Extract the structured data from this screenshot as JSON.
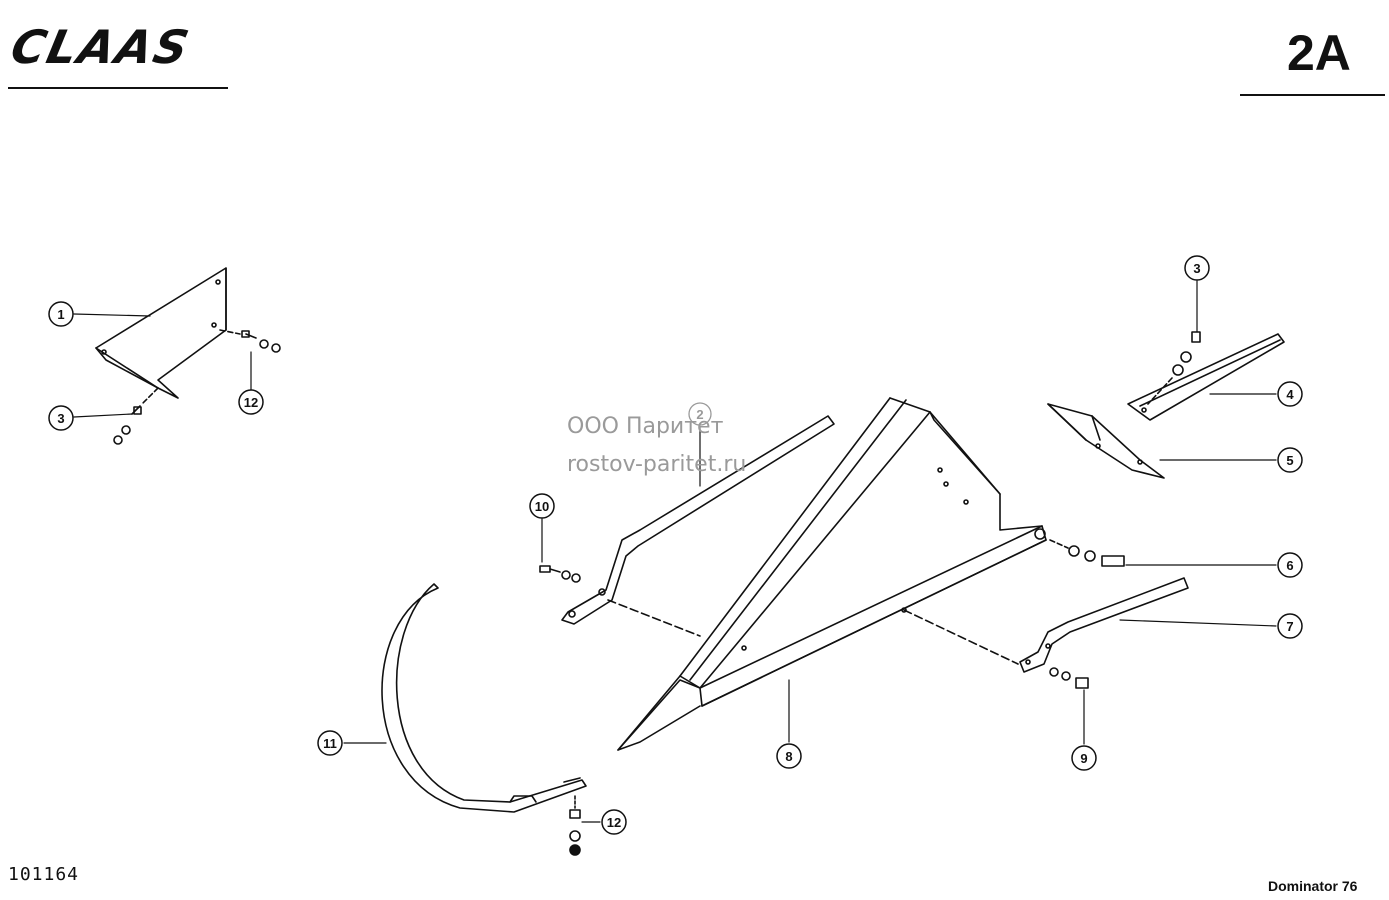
{
  "header": {
    "logo_text": "CLAAS",
    "page_code": "2A"
  },
  "footer": {
    "doc_number": "101164",
    "model": "Dominator 76"
  },
  "watermark": {
    "line1": "ООО Паритет",
    "line2": "rostov-paritet.ru"
  },
  "callouts": [
    {
      "id": "c1",
      "number": "1"
    },
    {
      "id": "c3a",
      "number": "3"
    },
    {
      "id": "c12a",
      "number": "12"
    },
    {
      "id": "c3b",
      "number": "3"
    },
    {
      "id": "c4",
      "number": "4"
    },
    {
      "id": "c5",
      "number": "5"
    },
    {
      "id": "c2",
      "number": "2"
    },
    {
      "id": "c10",
      "number": "10"
    },
    {
      "id": "c6",
      "number": "6"
    },
    {
      "id": "c7",
      "number": "7"
    },
    {
      "id": "c8",
      "number": "8"
    },
    {
      "id": "c9",
      "number": "9"
    },
    {
      "id": "c11",
      "number": "11"
    },
    {
      "id": "c12b",
      "number": "12"
    }
  ]
}
